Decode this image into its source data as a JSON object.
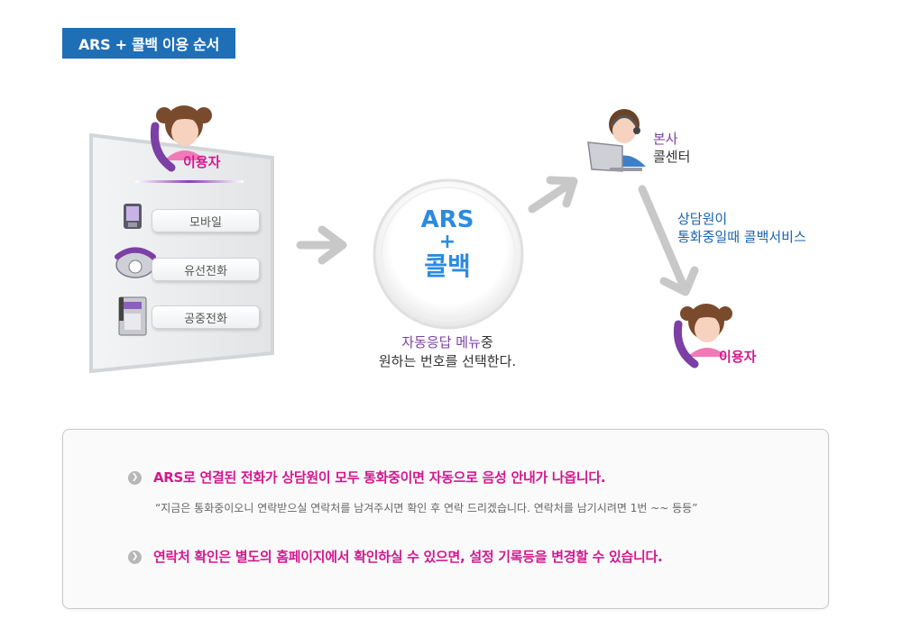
{
  "title": "ARS + 콜백 이용 순서",
  "left_panel": {
    "user_label": "이용자",
    "options": [
      "모바일",
      "유선전화",
      "공중전화"
    ]
  },
  "center": {
    "line1": "ARS",
    "line2": "+",
    "line3": "콜백",
    "caption_highlight": "자동응답 메뉴",
    "caption_rest": "중",
    "caption_line2": "원하는 번호를 선택한다."
  },
  "call_center": {
    "line1": "본사",
    "line2": "콜센터"
  },
  "callback_note": {
    "line1": "상담원이",
    "line2": "통화중일때 콜백서비스"
  },
  "bottom_user_label": "이용자",
  "info": {
    "item1": "ARS로 연결된 전화가 상담원이 모두 통화중이면 자동으로 음성 안내가 나옵니다.",
    "item1_sub": "“지금은 통화중이오니 연락받으실 연락처를 남겨주시면 확인 후 연락 드리겠습니다. 연락처를 남기시려면 1번 ~~ 등등”",
    "item2": "연락처 확인은 별도의 홈페이지에서 확인하실 수 있으면, 설정 기록등을 변경할 수 있습니다."
  },
  "colors": {
    "title_bg": "#1f6fb7",
    "accent_pink": "#d2188f",
    "accent_blue": "#2b8be0",
    "accent_purple": "#7a3fa0"
  }
}
